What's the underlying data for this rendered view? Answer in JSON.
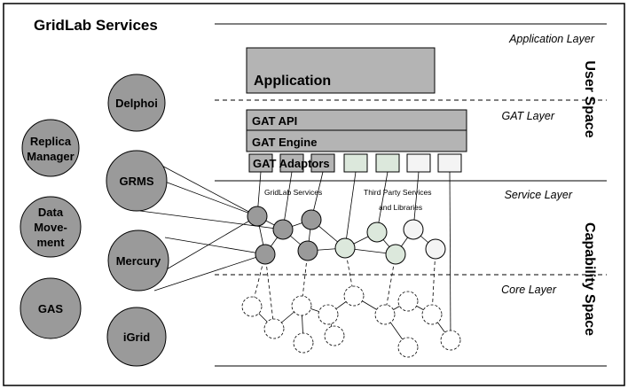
{
  "title": "GridLab Services",
  "layers": {
    "application": "Application Layer",
    "gat": "GAT Layer",
    "service": "Service Layer",
    "core": "Core Layer"
  },
  "spaces": {
    "user": "User Space",
    "capability": "Capability Space"
  },
  "blocks": {
    "application": "Application",
    "gat_api": "GAT API",
    "gat_engine": "GAT Engine",
    "gat_adaptors": "GAT Adaptors"
  },
  "services": {
    "delphoi": "Delphoi",
    "replica_manager_1": "Replica",
    "replica_manager_2": "Manager",
    "grms": "GRMS",
    "data_movement_1": "Data",
    "data_movement_2": "Move-",
    "data_movement_3": "ment",
    "mercury": "Mercury",
    "gas": "GAS",
    "igrid": "iGrid"
  },
  "labels": {
    "gridlab_services": "GridLab Services",
    "third_party_1": "Third Party Services",
    "third_party_2": "and Libraries"
  },
  "colors": {
    "service_fill": "#9a9a9a",
    "block_fill": "#b4b4b4",
    "third_party_fill": "#dce8dc",
    "white_node_fill": "#f4f4f4"
  }
}
